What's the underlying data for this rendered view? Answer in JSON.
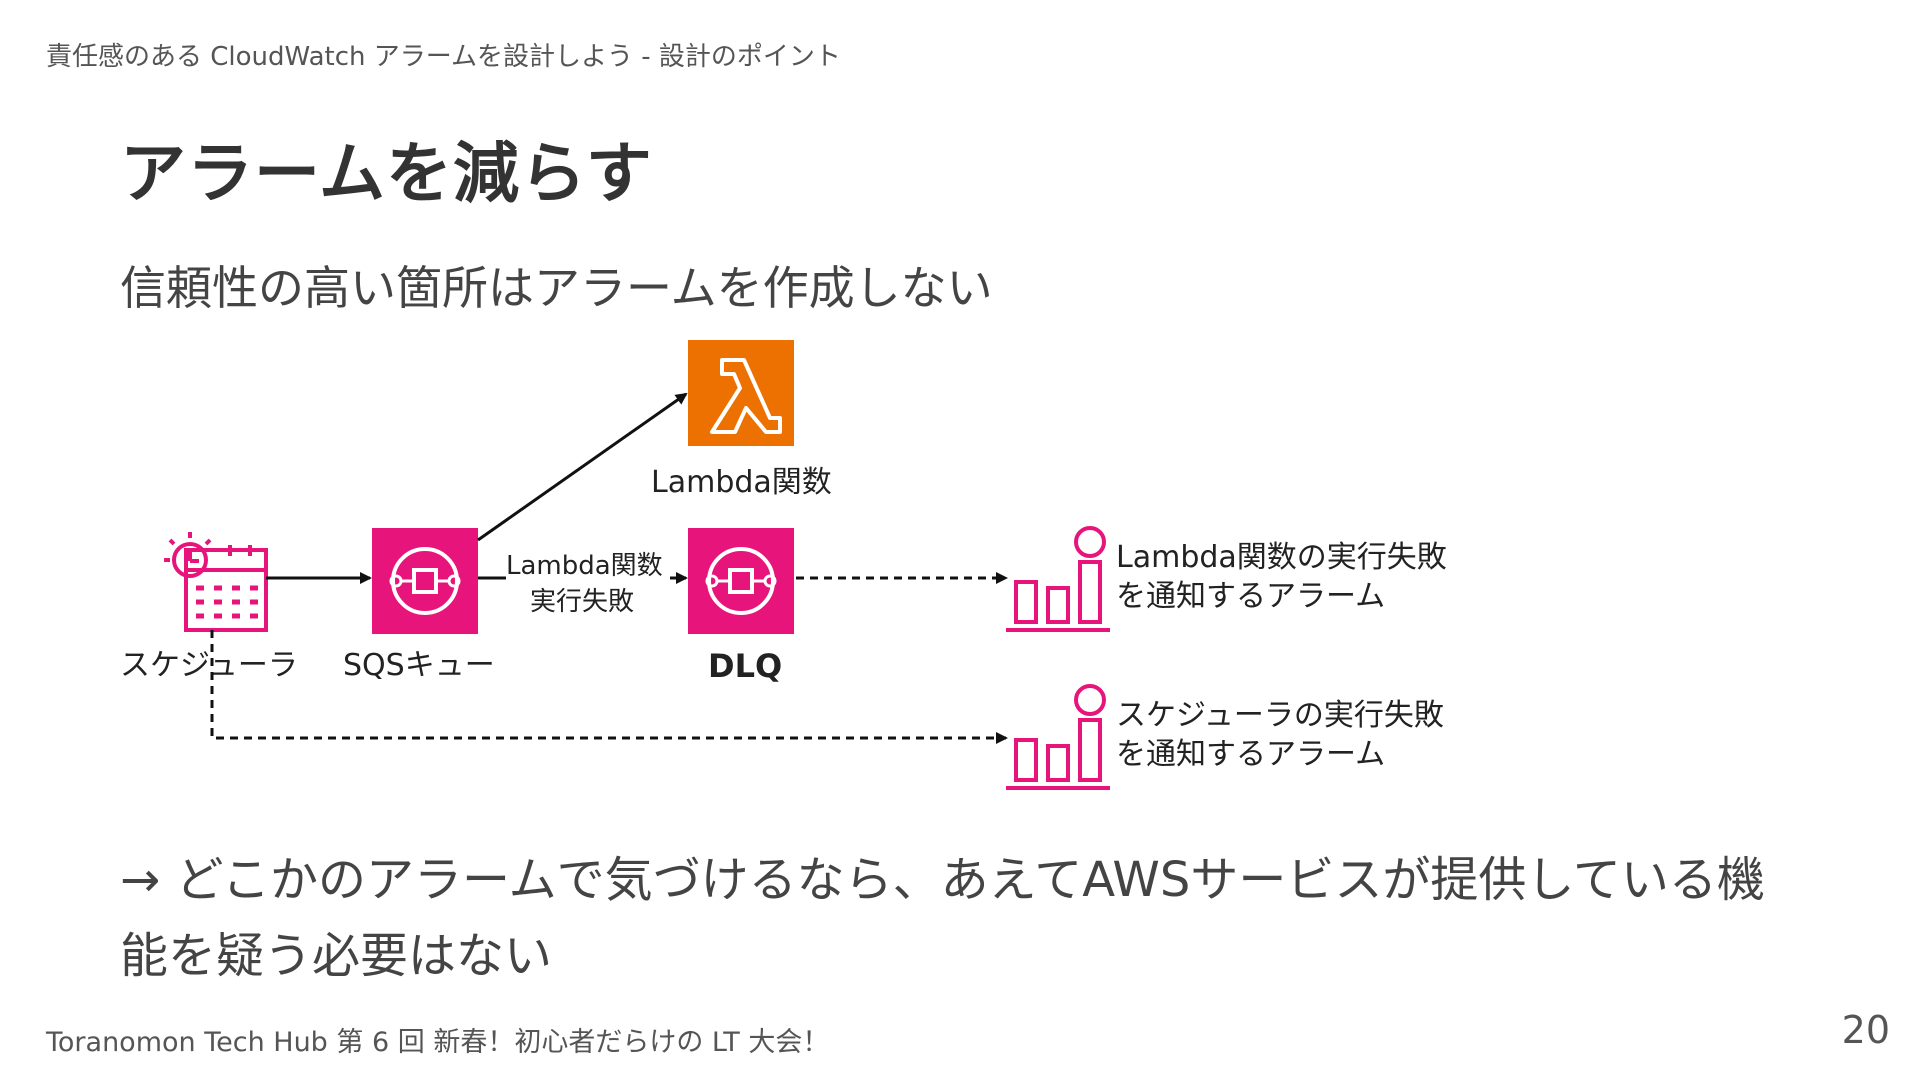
{
  "header": {
    "text": "責任感のある CloudWatch アラームを設計しよう - 設計のポイント"
  },
  "slide": {
    "title": "アラームを減らす",
    "subtitle": "信頼性の高い箇所はアラームを作成しない",
    "note_line1": "→ どこかのアラームで気づけるなら、あえてAWSサービスが提供している機",
    "note_line2": "能を疑う必要はない"
  },
  "diagram": {
    "scheduler_label": "スケジューラ",
    "sqs_label": "SQSキュー",
    "lambda_label": "Lambda関数",
    "dlq_label": "DLQ",
    "edge_label_line1": "Lambda関数",
    "edge_label_line2": "実行失敗",
    "alarm1_line1": "Lambda関数の実行失敗",
    "alarm1_line2": "を通知するアラーム",
    "alarm2_line1": "スケジューラの実行失敗",
    "alarm2_line2": "を通知するアラーム",
    "lambda_glyph": "λ",
    "colors": {
      "lambda": "#ED7100",
      "sqs": "#E7157B",
      "arrow": "#111111"
    },
    "icons": [
      "scheduler-icon",
      "sqs-icon",
      "lambda-icon",
      "dlq-icon",
      "alarm-icon"
    ]
  },
  "footer": {
    "text": "Toranomon Tech Hub 第 6 回 新春！初心者だらけの LT 大会！",
    "page": "20"
  }
}
